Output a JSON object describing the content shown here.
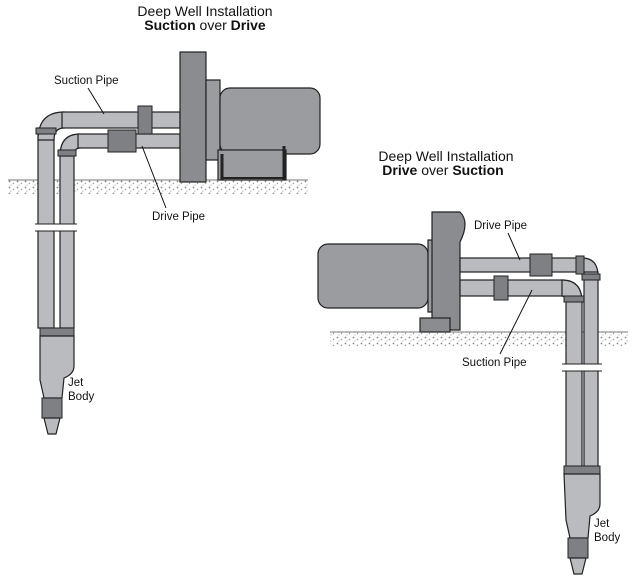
{
  "left_diagram": {
    "title_line1": "Deep Well Installation",
    "title_line2_a": "Suction",
    "title_line2_b": " over ",
    "title_line2_c": "Drive",
    "suction_pipe_label": "Suction Pipe",
    "drive_pipe_label": "Drive Pipe",
    "jet_body_label_1": "Jet",
    "jet_body_label_2": "Body"
  },
  "right_diagram": {
    "title_line1": "Deep Well Installation",
    "title_line2_a": "Drive",
    "title_line2_b": " over ",
    "title_line2_c": "Suction",
    "drive_pipe_label": "Drive Pipe",
    "suction_pipe_label": "Suction Pipe",
    "jet_body_label_1": "Jet",
    "jet_body_label_2": "Body"
  },
  "colors": {
    "pipe": "#b9bbbe",
    "motor": "#9a9c9f",
    "outline": "#222222"
  }
}
